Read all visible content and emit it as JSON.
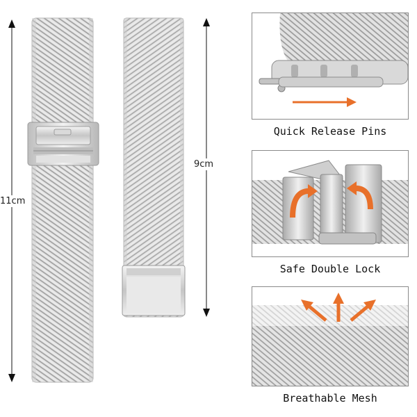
{
  "dimensions": {
    "full_length": "11cm",
    "strap_length": "9cm"
  },
  "features": [
    {
      "caption": "Quick Release Pins",
      "icon": "pin-arrow-icon"
    },
    {
      "caption": "Safe Double Lock",
      "icon": "double-lock-arrows-icon"
    },
    {
      "caption": "Breathable Mesh",
      "icon": "airflow-arrows-icon"
    }
  ],
  "colors": {
    "accent_arrow": "#e8702a",
    "steel_light": "#e4e4e4",
    "steel_dark": "#9a9a9a"
  }
}
